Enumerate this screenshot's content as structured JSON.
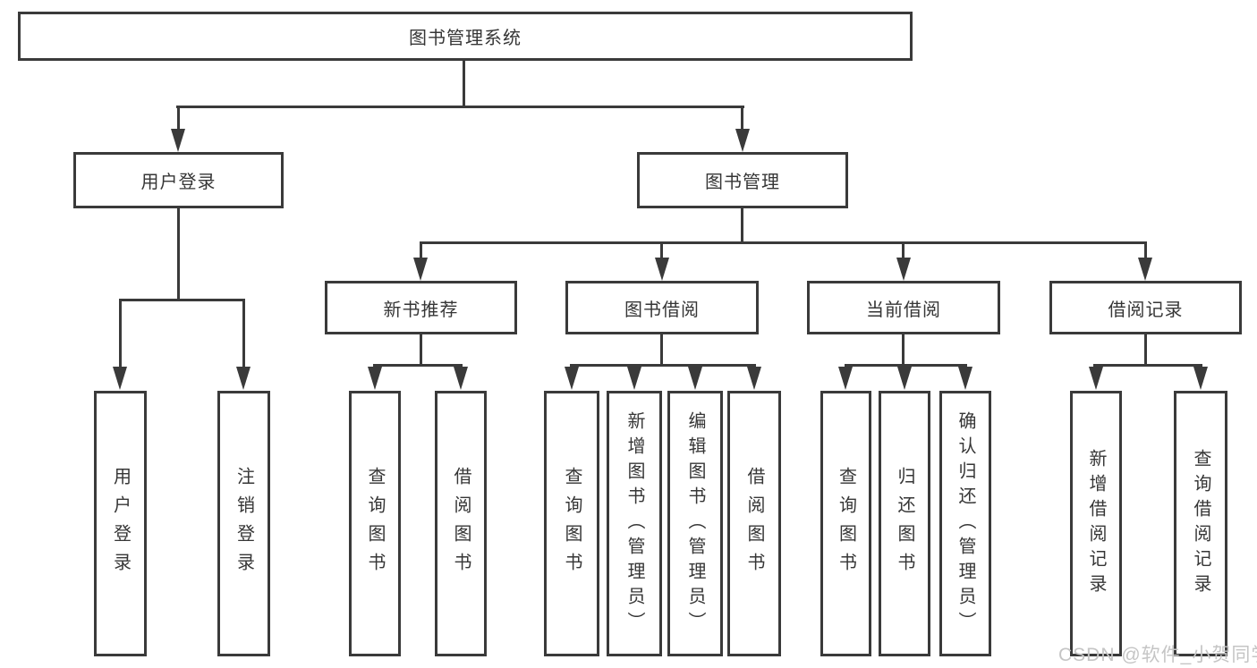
{
  "theme": {
    "background_color": "#ffffff",
    "line_color": "#3a3a3a",
    "text_color": "#363636",
    "watermark_color": "#c5c5c5"
  },
  "diagram": {
    "type": "tree",
    "root": {
      "label": "图书管理系统"
    },
    "level1": [
      {
        "id": "user-login",
        "label": "用户登录"
      },
      {
        "id": "book-management",
        "label": "图书管理"
      }
    ],
    "level2": [
      {
        "id": "new-book-recommend",
        "label": "新书推荐",
        "parent": "图书管理"
      },
      {
        "id": "book-borrow",
        "label": "图书借阅",
        "parent": "图书管理"
      },
      {
        "id": "current-borrow",
        "label": "当前借阅",
        "parent": "图书管理"
      },
      {
        "id": "borrow-records",
        "label": "借阅记录",
        "parent": "图书管理"
      }
    ],
    "leaves": {
      "user_login": [
        "用户登录",
        "注销登录"
      ],
      "new_book_recommend": [
        "查询图书",
        "借阅图书"
      ],
      "book_borrow": [
        "查询图书",
        "新增图书（管理员）",
        "编辑图书（管理员）",
        "借阅图书"
      ],
      "current_borrow": [
        "查询图书",
        "归还图书",
        "确认归还（管理员）"
      ],
      "borrow_records": [
        "新增借阅记录",
        "查询借阅记录"
      ]
    }
  },
  "watermark": {
    "text": "CSDN @软件_小贺同学"
  }
}
